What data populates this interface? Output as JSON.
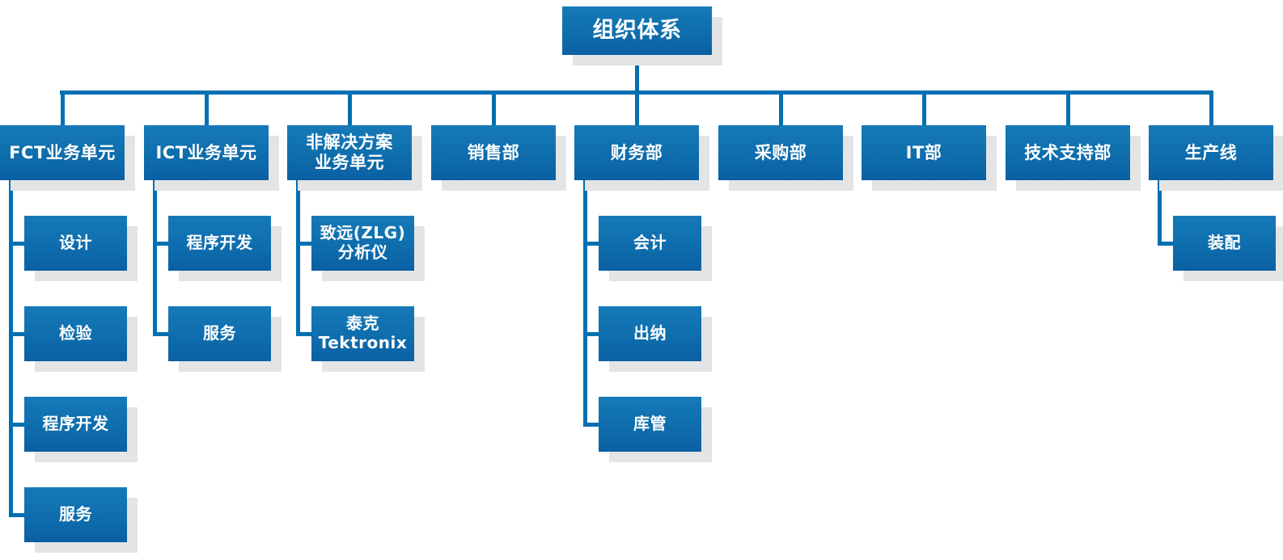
{
  "diagram": {
    "root": {
      "label": "组织体系"
    },
    "departments": [
      {
        "label": "FCT业务单元",
        "children": [
          "设计",
          "检验",
          "程序开发",
          "服务"
        ]
      },
      {
        "label": "ICT业务单元",
        "children": [
          "程序开发",
          "服务"
        ]
      },
      {
        "label": "非解决方案\n业务单元",
        "children": [
          "致远(ZLG)\n分析仪",
          "泰克\nTektronix"
        ]
      },
      {
        "label": "销售部",
        "children": []
      },
      {
        "label": "财务部",
        "children": [
          "会计",
          "出纳",
          "库管"
        ]
      },
      {
        "label": "采购部",
        "children": []
      },
      {
        "label": "IT部",
        "children": []
      },
      {
        "label": "技术支持部",
        "children": []
      },
      {
        "label": "生产线",
        "children": [
          "装配"
        ]
      }
    ],
    "colors": {
      "box_top": "#1779b8",
      "box_mid": "#0f6fae",
      "box_bottom": "#0a60a4",
      "connector": "#0070b3",
      "shadow": "#e4e4e4",
      "text": "#ffffff",
      "background": "#ffffff"
    }
  }
}
